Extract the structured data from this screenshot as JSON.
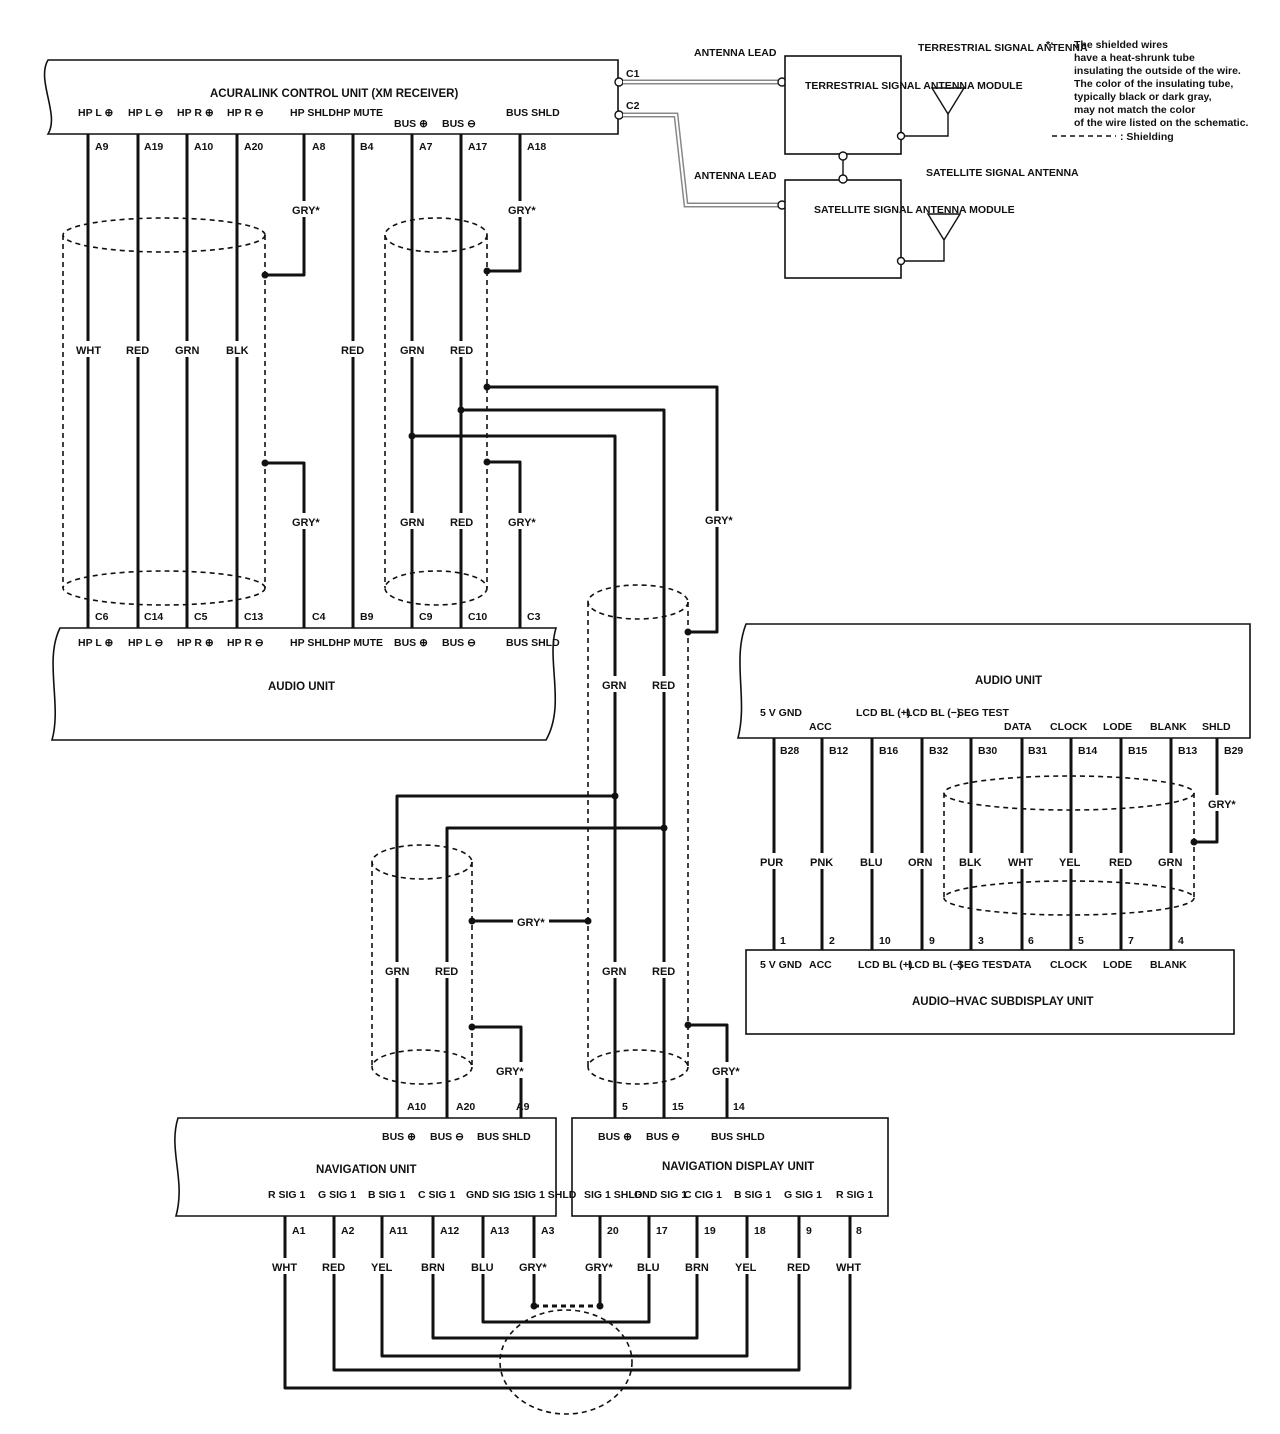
{
  "note": {
    "mark": "*:",
    "lines": [
      "The shielded wires",
      "have a heat-shrunk tube",
      "insulating the outside of the wire.",
      "The color of the insulating tube,",
      "typically black or dark gray,",
      "may not match the color",
      "of the wire listed on the schematic."
    ],
    "shielding_legend": ": Shielding"
  },
  "acuralink": {
    "title": "ACURALINK CONTROL UNIT (XM RECEIVER)",
    "connectors": [
      "C1",
      "C2"
    ],
    "pins": [
      {
        "label": "HP L ⊕",
        "pin": "A9",
        "color": "WHT"
      },
      {
        "label": "HP L ⊖",
        "pin": "A19",
        "color": "RED"
      },
      {
        "label": "HP R ⊕",
        "pin": "A10",
        "color": "GRN"
      },
      {
        "label": "HP R ⊖",
        "pin": "A20",
        "color": "BLK"
      },
      {
        "label": "HP SHLD",
        "pin": "A8",
        "color": "GRY*"
      },
      {
        "label": "HP MUTE",
        "pin": "B4",
        "color": "RED"
      },
      {
        "label": "BUS ⊕",
        "pin": "A7",
        "color": "GRN"
      },
      {
        "label": "BUS ⊖",
        "pin": "A17",
        "color": "RED"
      },
      {
        "label": "BUS SHLD",
        "pin": "A18",
        "color": "GRY*"
      }
    ]
  },
  "antenna": {
    "lead1": "ANTENNA LEAD",
    "lead2": "ANTENNA LEAD",
    "terrestrial_module": "TERRESTRIAL SIGNAL ANTENNA MODULE",
    "terrestrial_antenna": "TERRESTRIAL SIGNAL ANTENNA",
    "satellite_module": "SATELLITE SIGNAL ANTENNA MODULE",
    "satellite_antenna": "SATELLITE SIGNAL ANTENNA"
  },
  "audio_unit_left": {
    "title": "AUDIO UNIT",
    "pins": [
      {
        "label": "HP L ⊕",
        "pin": "C6"
      },
      {
        "label": "HP L ⊖",
        "pin": "C14"
      },
      {
        "label": "HP R ⊕",
        "pin": "C5"
      },
      {
        "label": "HP R ⊖",
        "pin": "C13"
      },
      {
        "label": "HP SHLD",
        "pin": "C4"
      },
      {
        "label": "HP MUTE",
        "pin": "B9"
      },
      {
        "label": "BUS ⊕",
        "pin": "C9"
      },
      {
        "label": "BUS ⊖",
        "pin": "C10"
      },
      {
        "label": "BUS SHLD",
        "pin": "C3"
      }
    ],
    "mid_colors": [
      "GRY*",
      "GRN",
      "RED",
      "GRY*"
    ]
  },
  "bus_link_color": "GRY*",
  "audio_unit_right": {
    "title": "AUDIO UNIT",
    "pins": [
      {
        "label": "5 V GND",
        "pin": "B28",
        "color": "PUR"
      },
      {
        "label": "ACC",
        "pin": "B12",
        "color": "PNK"
      },
      {
        "label": "LCD BL (+)",
        "pin": "B16",
        "color": "BLU"
      },
      {
        "label": "LCD BL (−)",
        "pin": "B32",
        "color": "ORN"
      },
      {
        "label": "SEG TEST",
        "pin": "B30",
        "color": "BLK"
      },
      {
        "label": "DATA",
        "pin": "B31",
        "color": "WHT"
      },
      {
        "label": "CLOCK",
        "pin": "B14",
        "color": "YEL"
      },
      {
        "label": "LODE",
        "pin": "B15",
        "color": "RED"
      },
      {
        "label": "BLANK",
        "pin": "B13",
        "color": "GRN"
      },
      {
        "label": "SHLD",
        "pin": "B29",
        "color": "GRY*"
      }
    ]
  },
  "subdisplay": {
    "title": "AUDIO−HVAC SUBDISPLAY UNIT",
    "pins": [
      {
        "label": "5 V GND",
        "pin": "1"
      },
      {
        "label": "ACC",
        "pin": "2"
      },
      {
        "label": "LCD BL (+)",
        "pin": "10"
      },
      {
        "label": "LCD BL (−)",
        "pin": "9"
      },
      {
        "label": "SEG TEST",
        "pin": "3"
      },
      {
        "label": "DATA",
        "pin": "6"
      },
      {
        "label": "CLOCK",
        "pin": "5"
      },
      {
        "label": "LODE",
        "pin": "7"
      },
      {
        "label": "BLANK",
        "pin": "4"
      }
    ]
  },
  "bus_colors_mid": [
    "GRN",
    "RED",
    "GRN",
    "RED"
  ],
  "nav_bus_colors": [
    "GRN",
    "RED",
    "GRY*",
    "GRN",
    "RED",
    "GRY*"
  ],
  "navigation_unit": {
    "title": "NAVIGATION UNIT",
    "bus_pins": [
      {
        "label": "BUS ⊕",
        "pin": "A10"
      },
      {
        "label": "BUS ⊖",
        "pin": "A20"
      },
      {
        "label": "BUS SHLD",
        "pin": "A9"
      }
    ],
    "sig_pins": [
      {
        "label": "R SIG 1",
        "pin": "A1",
        "color": "WHT"
      },
      {
        "label": "G SIG 1",
        "pin": "A2",
        "color": "RED"
      },
      {
        "label": "B SIG 1",
        "pin": "A11",
        "color": "YEL"
      },
      {
        "label": "C SIG 1",
        "pin": "A12",
        "color": "BRN"
      },
      {
        "label": "GND SIG 1",
        "pin": "A13",
        "color": "BLU"
      },
      {
        "label": "SIG 1 SHLD",
        "pin": "A3",
        "color": "GRY*"
      }
    ]
  },
  "navigation_display": {
    "title": "NAVIGATION DISPLAY UNIT",
    "bus_pins": [
      {
        "label": "BUS ⊕",
        "pin": "5"
      },
      {
        "label": "BUS ⊖",
        "pin": "15"
      },
      {
        "label": "BUS SHLD",
        "pin": "14"
      }
    ],
    "sig_pins": [
      {
        "label": "SIG 1 SHLD",
        "pin": "20",
        "color": "GRY*"
      },
      {
        "label": "GND SIG 1",
        "pin": "17",
        "color": "BLU"
      },
      {
        "label": "C CIG 1",
        "pin": "19",
        "color": "BRN"
      },
      {
        "label": "B SIG 1",
        "pin": "18",
        "color": "YEL"
      },
      {
        "label": "G SIG 1",
        "pin": "9",
        "color": "RED"
      },
      {
        "label": "R SIG 1",
        "pin": "8",
        "color": "WHT"
      }
    ]
  }
}
